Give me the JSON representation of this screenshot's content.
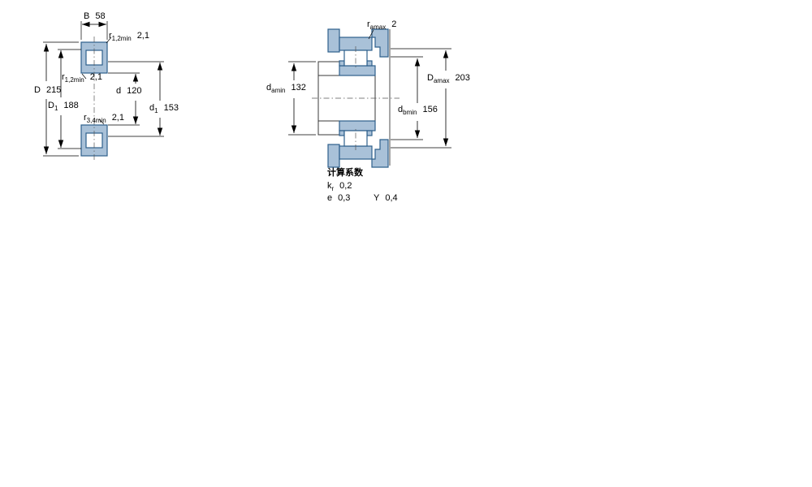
{
  "colors": {
    "part_fill": "#a9c1d8",
    "part_stroke": "#2e608c",
    "line": "#000000",
    "background": "#ffffff"
  },
  "left_view": {
    "dims": {
      "B": {
        "sym": "B",
        "sub": "",
        "val": "58"
      },
      "r12_top": {
        "sym": "r",
        "sub": "1,2min",
        "val": "2,1"
      },
      "r12_mid": {
        "sym": "r",
        "sub": "1,2min",
        "val": "2,1"
      },
      "D": {
        "sym": "D",
        "sub": "",
        "val": "215"
      },
      "D1": {
        "sym": "D",
        "sub": "1",
        "val": "188"
      },
      "d": {
        "sym": "d",
        "sub": "",
        "val": "120"
      },
      "d1": {
        "sym": "d",
        "sub": "1",
        "val": "153"
      },
      "r34": {
        "sym": "r",
        "sub": "3,4min",
        "val": "2,1"
      }
    }
  },
  "right_view": {
    "dims": {
      "ramax": {
        "sym": "r",
        "sub": "amax",
        "val": "2"
      },
      "damin": {
        "sym": "d",
        "sub": "amin",
        "val": "132"
      },
      "Damax": {
        "sym": "D",
        "sub": "amax",
        "val": "203"
      },
      "dbmin": {
        "sym": "d",
        "sub": "bmin",
        "val": "156"
      }
    },
    "factors": {
      "title": "计算系数",
      "kr": {
        "sym": "k",
        "sub": "r",
        "val": "0,2"
      },
      "e": {
        "sym": "e",
        "sub": "",
        "val": "0,3"
      },
      "Y": {
        "sym": "Y",
        "sub": "",
        "val": "0,4"
      }
    }
  }
}
